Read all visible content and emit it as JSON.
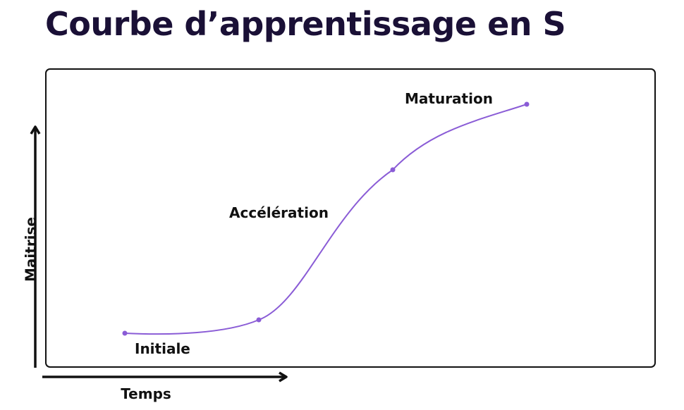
{
  "title": "Courbe d’apprentissage en S",
  "colors": {
    "title": "#1a1036",
    "curve": "#8a5cd6",
    "axis": "#111111"
  },
  "chart_data": {
    "type": "line",
    "x_axis_label": "Temps",
    "y_axis_label": "Maitrise",
    "points": [
      {
        "label": "Initiale",
        "x": 1,
        "y": 1
      },
      {
        "label": "",
        "x": 2,
        "y": 1.5
      },
      {
        "label": "Accélération",
        "x": 3,
        "y": 5
      },
      {
        "label": "Maturation",
        "x": 4,
        "y": 7
      }
    ],
    "grid": false
  }
}
